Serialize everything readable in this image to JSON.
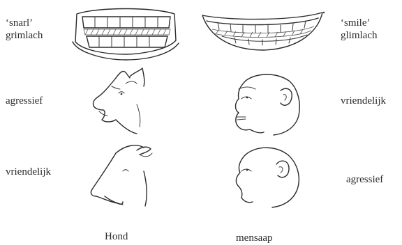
{
  "top_left": {
    "line1": "‘snarl’",
    "line2": "grimlach"
  },
  "top_right": {
    "line1": "‘smile’",
    "line2": "glimlach"
  },
  "mid_left": "agressief",
  "mid_right": "vriendelijk",
  "bot_left": "vriendelijk",
  "bot_right": "agressief",
  "col_left": "Hond",
  "col_right": "mensaap",
  "colors": {
    "ink": "#2b2b2b",
    "background": "#ffffff"
  }
}
